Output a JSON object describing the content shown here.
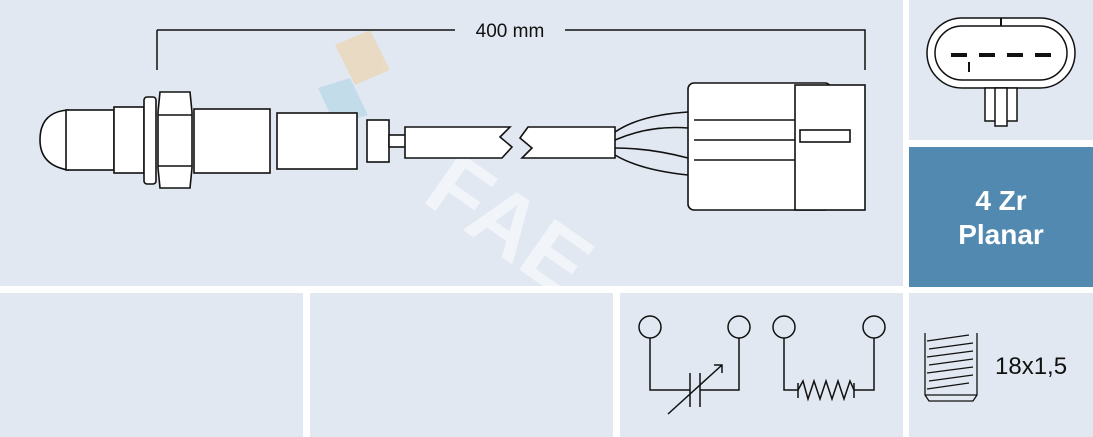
{
  "dimension": {
    "length_label": "400 mm"
  },
  "sensor_type": {
    "line1": "4 Zr",
    "line2": "Planar"
  },
  "thread": {
    "label": "18x1,5"
  },
  "watermark": "FAE",
  "colors": {
    "panel_bg": "#e1e8f1",
    "accent_panel": "#5289b0",
    "accent_text": "#ffffff"
  },
  "icons": [
    "oxygen-sensor-drawing",
    "connector-face-icon",
    "variable-capacitor-symbol",
    "heater-resistor-symbol",
    "thread-icon"
  ]
}
